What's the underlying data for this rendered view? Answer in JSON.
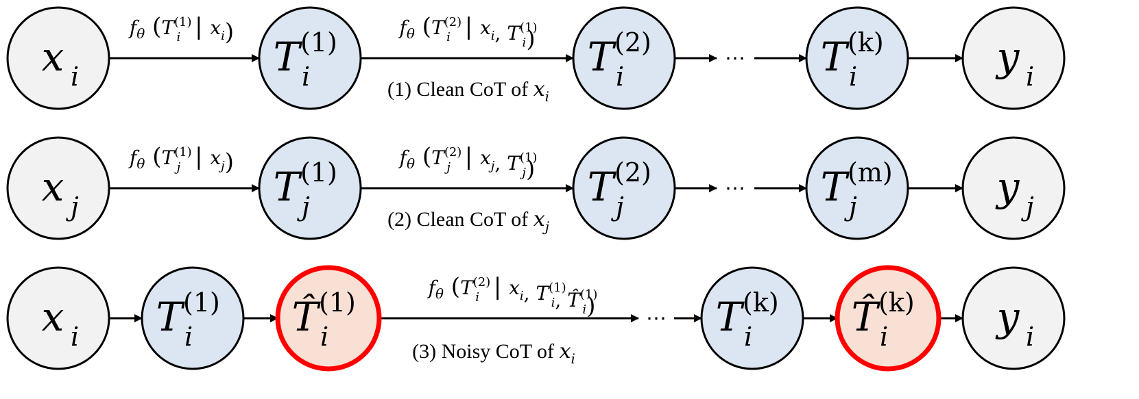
{
  "colors": {
    "input_fill": "#f2f2f2",
    "thought_fill": "#dce6f2",
    "noisy_fill": "#f9e0d4",
    "noisy_stroke": "#ff0000",
    "stroke": "#000000"
  },
  "rows": [
    {
      "caption_prefix": "(1) Clean CoT of ",
      "caption_var": "x",
      "caption_sub": "i",
      "nodes": [
        {
          "kind": "input",
          "base": "x",
          "sub": "i"
        },
        {
          "kind": "thought",
          "base": "T",
          "sub": "i",
          "sup": "(1)"
        },
        {
          "kind": "thought",
          "base": "T",
          "sub": "i",
          "sup": "(2)"
        },
        {
          "kind": "thought",
          "base": "T",
          "sub": "i",
          "sup": "(k)"
        },
        {
          "kind": "input",
          "base": "y",
          "sub": "i"
        }
      ],
      "labels": [
        {
          "f": "f",
          "theta": "θ",
          "T_sub": "i",
          "T_sup": "(1)",
          "cond": [
            [
              "x",
              "i"
            ]
          ]
        },
        {
          "f": "f",
          "theta": "θ",
          "T_sub": "i",
          "T_sup": "(2)",
          "cond": [
            [
              "x",
              "i"
            ],
            [
              "T",
              "i",
              "(1)"
            ]
          ]
        }
      ],
      "ellipsis": "⋯"
    },
    {
      "caption_prefix": "(2) Clean CoT of ",
      "caption_var": "x",
      "caption_sub": "j",
      "nodes": [
        {
          "kind": "input",
          "base": "x",
          "sub": "j"
        },
        {
          "kind": "thought",
          "base": "T",
          "sub": "j",
          "sup": "(1)"
        },
        {
          "kind": "thought",
          "base": "T",
          "sub": "j",
          "sup": "(2)"
        },
        {
          "kind": "thought",
          "base": "T",
          "sub": "j",
          "sup": "(m)"
        },
        {
          "kind": "input",
          "base": "y",
          "sub": "j"
        }
      ],
      "labels": [
        {
          "f": "f",
          "theta": "θ",
          "T_sub": "j",
          "T_sup": "(1)",
          "cond": [
            [
              "x",
              "j"
            ]
          ]
        },
        {
          "f": "f",
          "theta": "θ",
          "T_sub": "j",
          "T_sup": "(2)",
          "cond": [
            [
              "x",
              "j"
            ],
            [
              "T",
              "j",
              "(1)"
            ]
          ]
        }
      ],
      "ellipsis": "⋯"
    },
    {
      "caption_prefix": "(3) Noisy CoT of ",
      "caption_var": "x",
      "caption_sub": "i",
      "nodes": [
        {
          "kind": "input",
          "base": "x",
          "sub": "i"
        },
        {
          "kind": "thought",
          "base": "T",
          "sub": "i",
          "sup": "(1)"
        },
        {
          "kind": "noisy",
          "base": "T̂",
          "sub": "i",
          "sup": "(1)"
        },
        {
          "kind": "thought",
          "base": "T",
          "sub": "i",
          "sup": "(k)"
        },
        {
          "kind": "noisy",
          "base": "T̂",
          "sub": "i",
          "sup": "(k)"
        },
        {
          "kind": "input",
          "base": "y",
          "sub": "i"
        }
      ],
      "labels": [
        {
          "f": "f",
          "theta": "θ",
          "T_sub": "i",
          "T_sup": "(2)",
          "cond": [
            [
              "x",
              "i"
            ],
            [
              "T",
              "i",
              "(1)"
            ],
            [
              "T̂",
              "i",
              "(1)"
            ]
          ]
        }
      ],
      "ellipsis": "⋯"
    }
  ]
}
